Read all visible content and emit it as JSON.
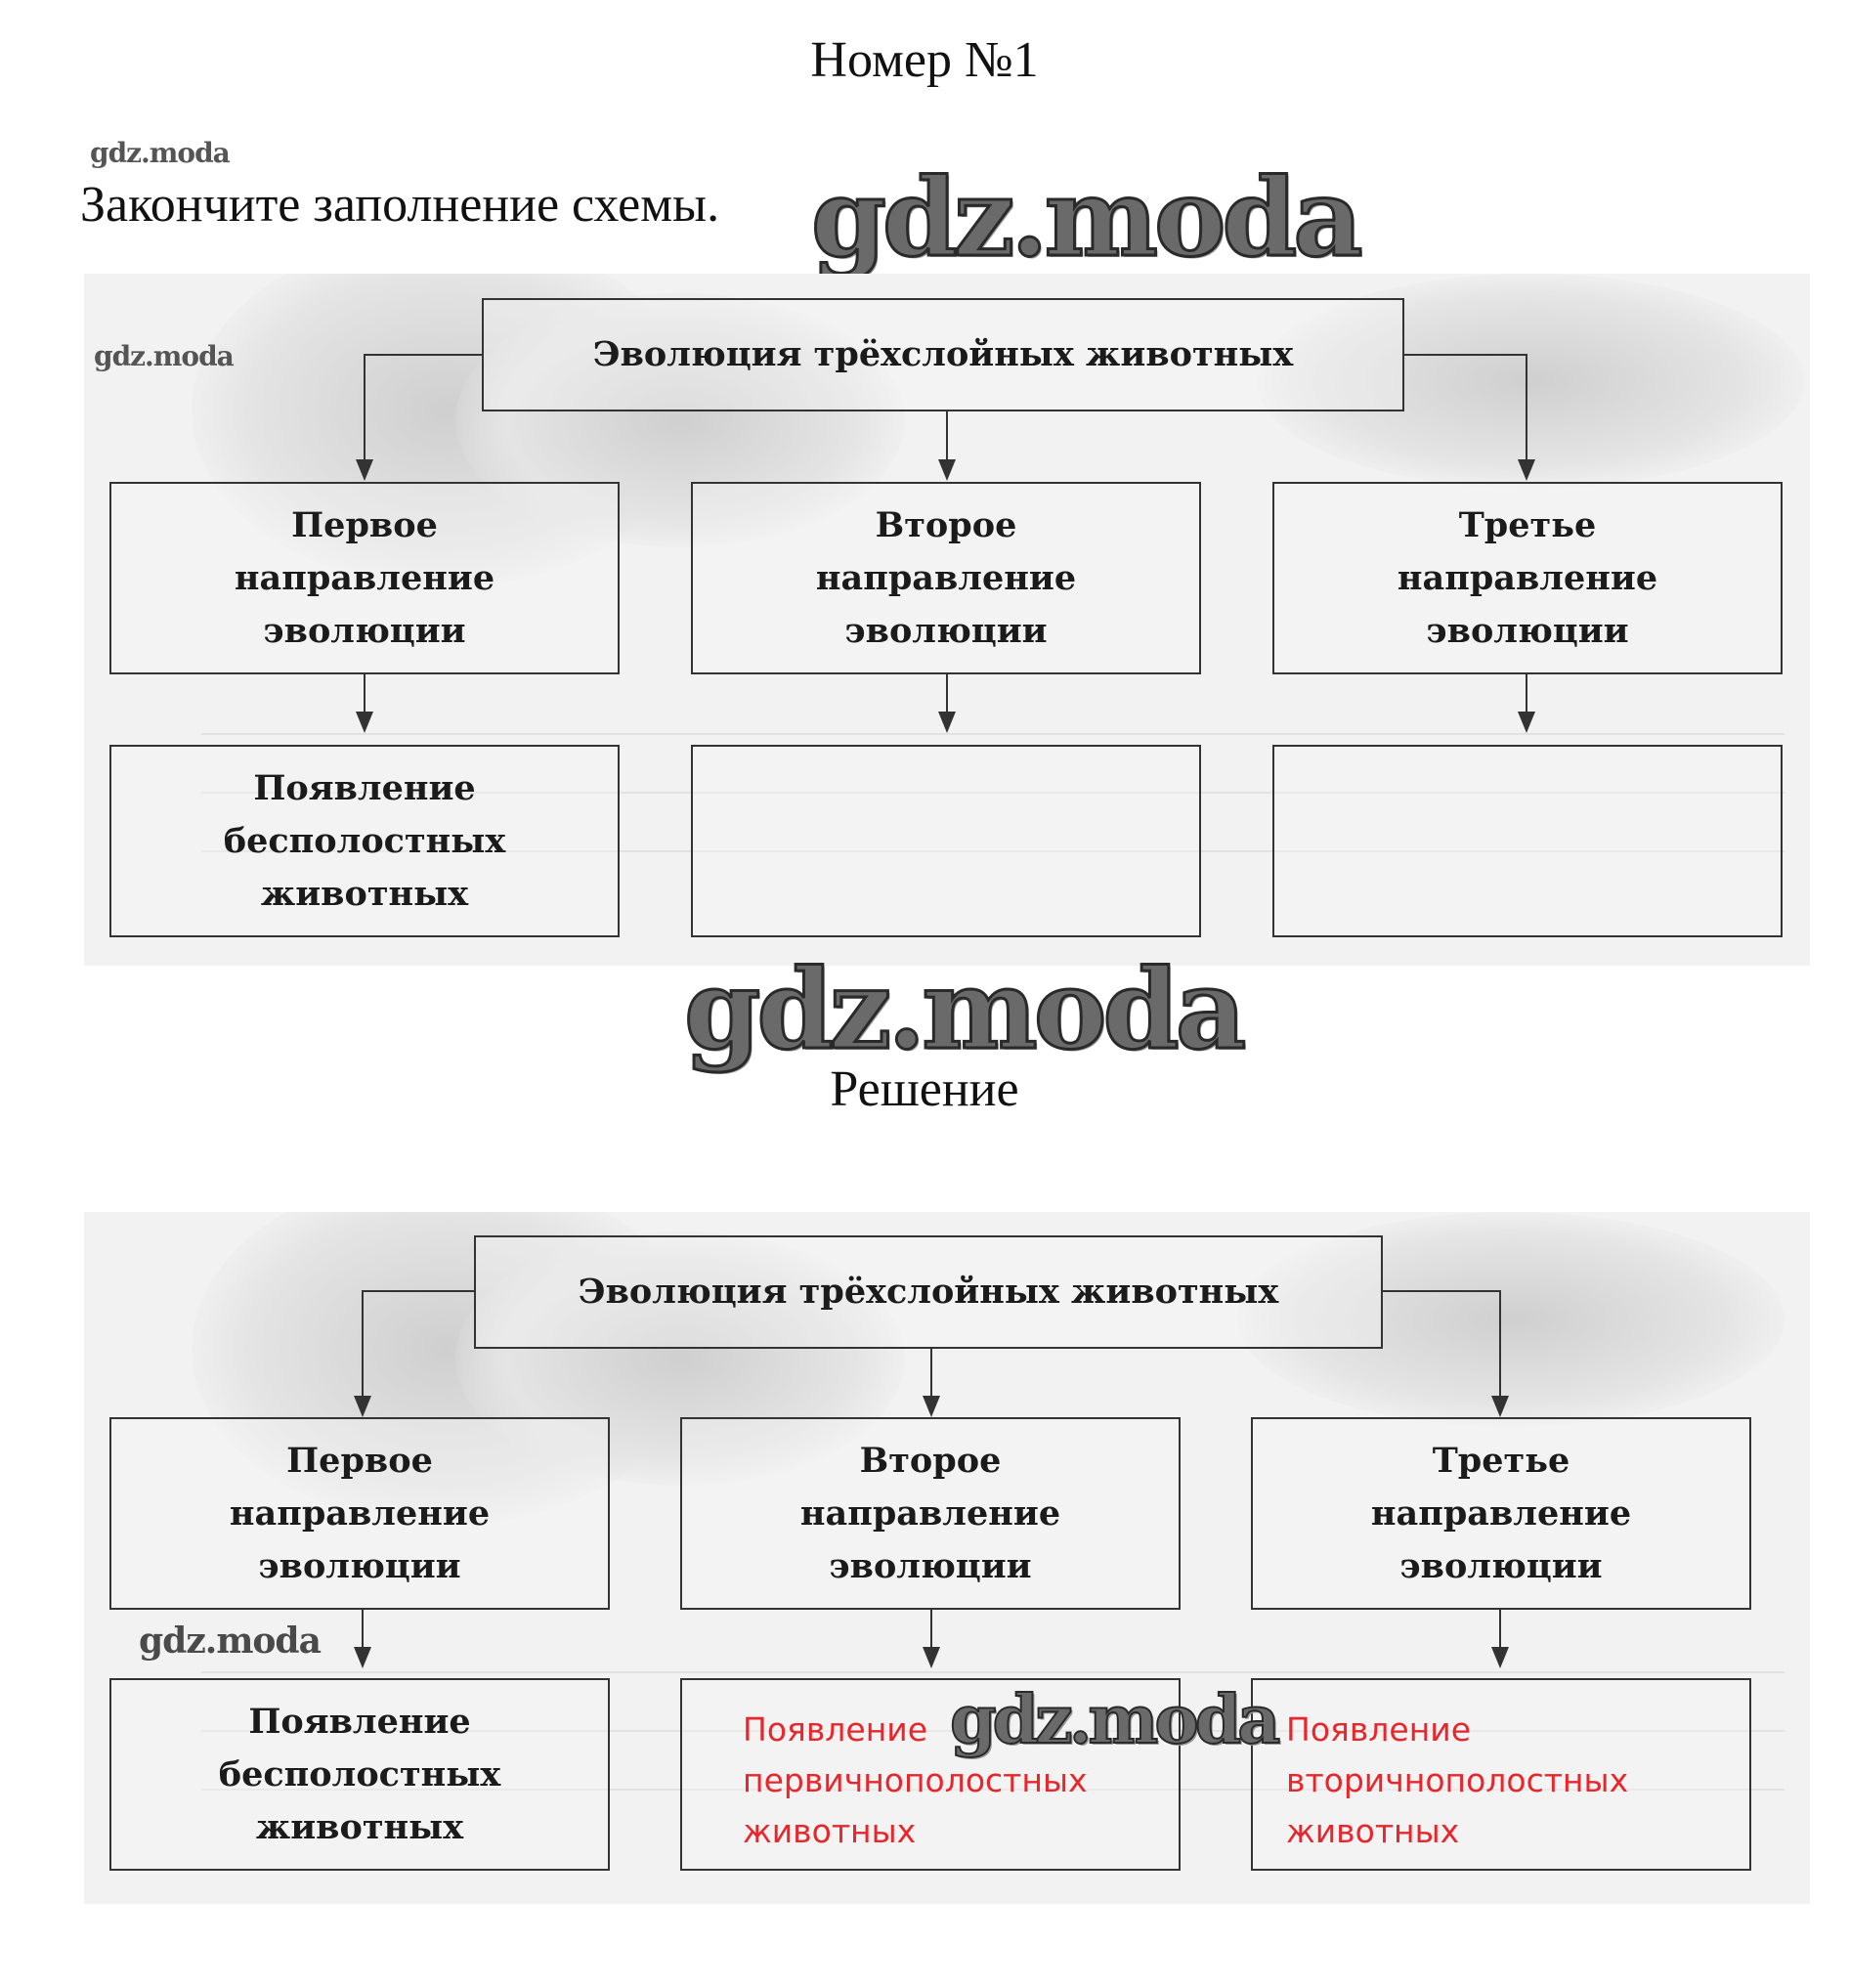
{
  "header": {
    "title": "Номер №1",
    "solution_title": "Решение"
  },
  "task": {
    "text": "Закончите заполнение схемы."
  },
  "watermark": {
    "text": "gdz.moda"
  },
  "scheme": {
    "root": "Эволюция трёхслойных животных",
    "directions": [
      {
        "lines": [
          "Первое",
          "направление",
          "эволюции"
        ]
      },
      {
        "lines": [
          "Второе",
          "направление",
          "эволюции"
        ]
      },
      {
        "lines": [
          "Третье",
          "направление",
          "эволюции"
        ]
      }
    ],
    "first_result": [
      "Появление",
      "бесполостных",
      "животных"
    ]
  },
  "solution": {
    "answers": [
      [
        "Появление",
        "первичнополостных",
        "животных"
      ],
      [
        "Появление",
        "вторичнополостных",
        "животных"
      ]
    ],
    "answer_color": "#e8262b"
  }
}
